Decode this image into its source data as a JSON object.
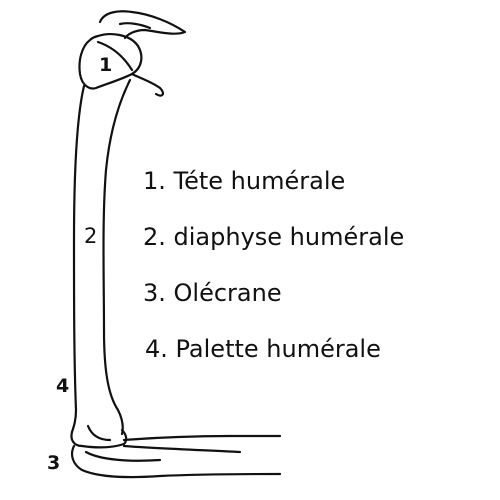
{
  "figure": {
    "markers": {
      "m1": "1",
      "m2": "2",
      "m3": "3",
      "m4": "4"
    },
    "legend": [
      "1. Téte humérale",
      "2. diaphyse humérale",
      "3. Olécrane",
      "4. Palette humérale"
    ],
    "colors": {
      "line": "#111111",
      "background": "#ffffff"
    }
  }
}
